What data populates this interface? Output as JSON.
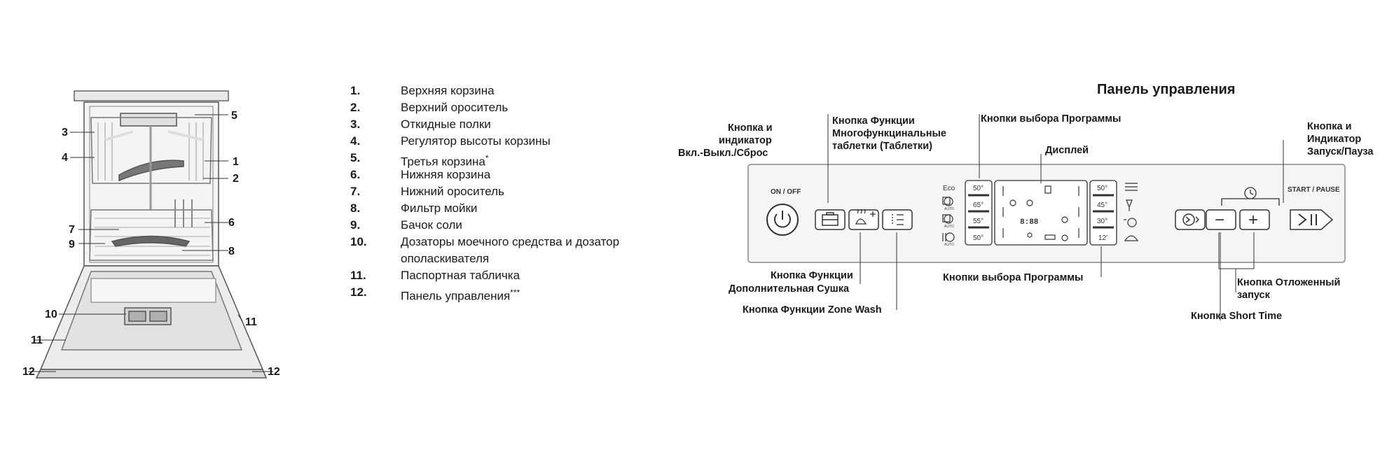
{
  "dishwasher": {
    "callouts": [
      "1",
      "2",
      "3",
      "4",
      "5",
      "6",
      "7",
      "8",
      "9",
      "10",
      "11",
      "11",
      "12",
      "12"
    ]
  },
  "legend": [
    {
      "num": "1.",
      "text": "Верхняя корзина"
    },
    {
      "num": "2.",
      "text": "Верхний ороситель"
    },
    {
      "num": "3.",
      "text": "Откидные полки"
    },
    {
      "num": "4.",
      "text": "Регулятор высоты корзины"
    },
    {
      "num": "5.",
      "text": "Третья корзина",
      "mark": "*"
    },
    {
      "num": "6.",
      "text": "Нижняя корзина"
    },
    {
      "num": "7.",
      "text": "Нижний ороситель"
    },
    {
      "num": "8.",
      "text": "Фильтр мойки"
    },
    {
      "num": "9.",
      "text": "Бачок соли"
    },
    {
      "num": "10.",
      "text": "Дозаторы моечного средства и дозатор",
      "text2": "ополаскивателя"
    },
    {
      "num": "11.",
      "text": "Паспортная табличка"
    },
    {
      "num": "12.",
      "text": "Панель управления",
      "mark": "***"
    }
  ],
  "panel": {
    "title": "Панель управления",
    "labels": {
      "power_1": "Кнопка и",
      "power_2": "индикатор",
      "power_3": "Вкл.-Выкл./Сброс",
      "tabs_1": "Кнопка Функции",
      "tabs_2": "Многофункцинальные",
      "tabs_3": "таблетки (Таблетки)",
      "prog_top": "Кнопки выбора Программы",
      "display": "Дисплей",
      "start_1": "Кнопка и",
      "start_2": "Индикатор",
      "start_3": "Запуск/Пауза",
      "dry_1": "Кнопка Функции",
      "dry_2": "Дополнительная Сушка",
      "zone": "Кнопка Функции Zone Wash",
      "prog_bottom": "Кнопки выбора Программы",
      "delay_1": "Кнопка Отложенный",
      "delay_2": "запуск",
      "short": "Кнопка Short Time"
    },
    "on_off": "ON / OFF",
    "start_pause": "START / PAUSE",
    "eco": "Eco",
    "auto": "AUTO",
    "temps_left": [
      "50°",
      "65°",
      "55°",
      "50°"
    ],
    "temps_right": [
      "50°",
      "45°",
      "30°",
      "12'"
    ],
    "display_digits": "8:88",
    "minus": "−",
    "plus": "+"
  }
}
